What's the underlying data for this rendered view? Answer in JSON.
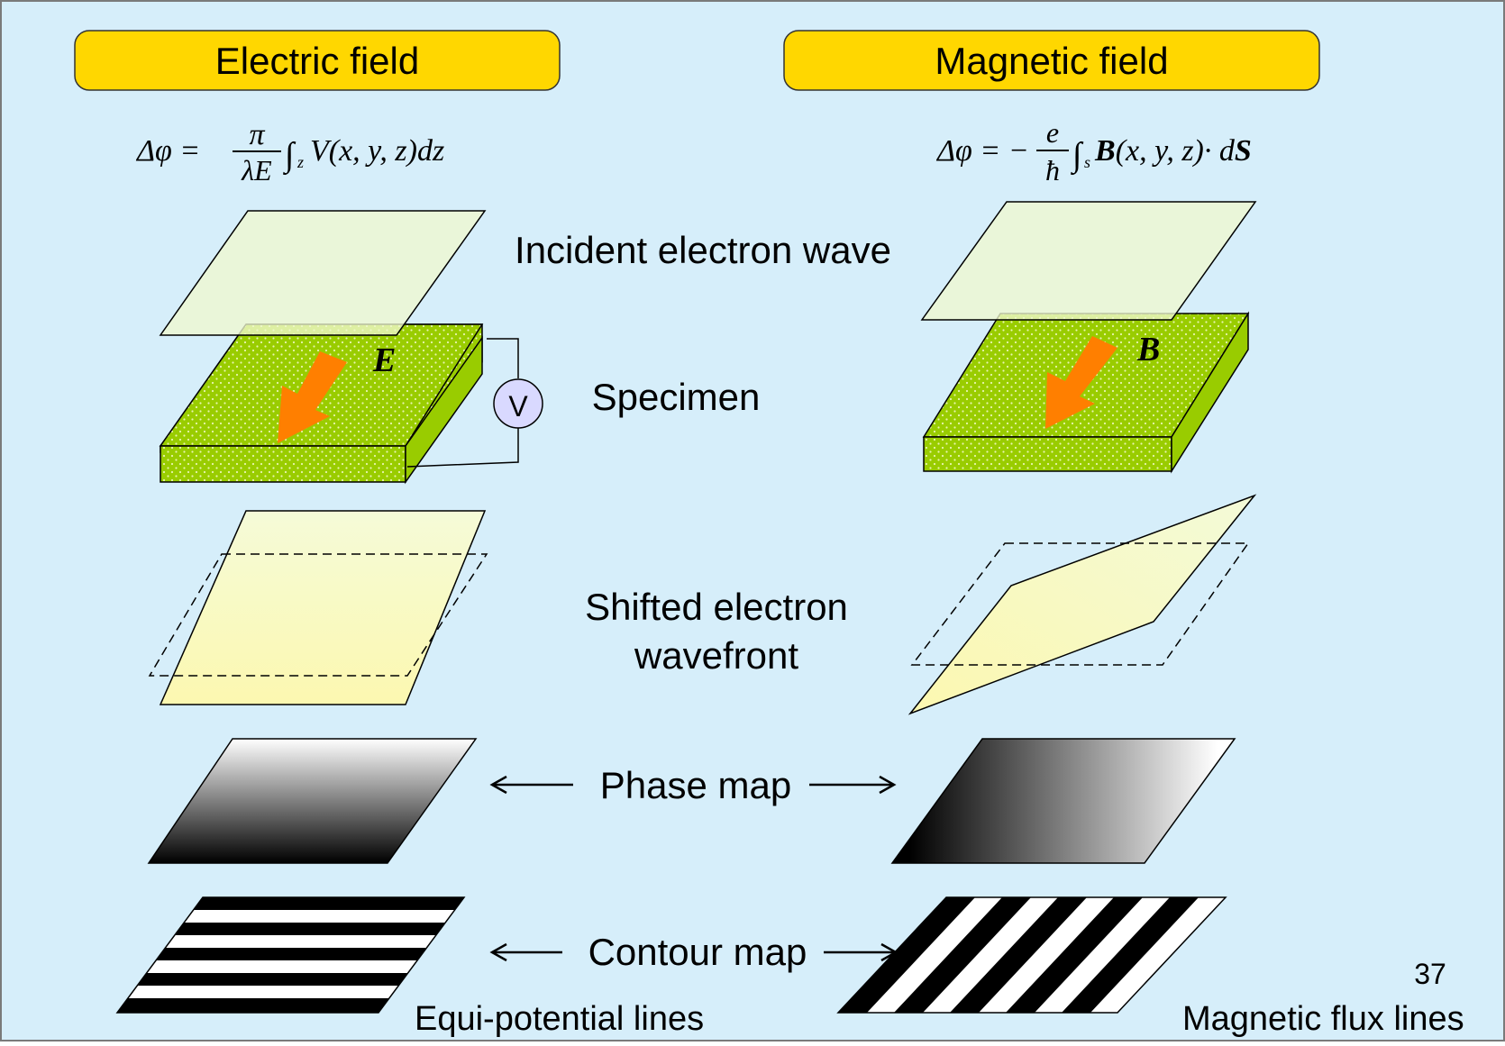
{
  "headers": {
    "electric": "Electric field",
    "magnetic": "Magnetic field"
  },
  "equations": {
    "electric": {
      "lhs": "Δφ =",
      "numerator": "π",
      "denominator": "λE",
      "integral": "∫",
      "subscript": "z",
      "body": "V(x, y, z)dz"
    },
    "magnetic": {
      "lhs": "Δφ = −",
      "numerator": "e",
      "denominator": "ħ",
      "integral": "∫",
      "subscript": "s",
      "body_bold": "B",
      "body_mid": "(x, y, z)· d",
      "body_end_bold": "S"
    }
  },
  "labels": {
    "incident": "Incident electron wave",
    "specimen": "Specimen",
    "shifted_line1": "Shifted electron",
    "shifted_line2": "wavefront",
    "phase": "Phase map",
    "contour": "Contour map",
    "equipotential": "Equi-potential lines",
    "flux": "Magnetic flux lines",
    "field_e": "E",
    "field_b": "B",
    "voltmeter": "V",
    "page_number": "37"
  },
  "colors": {
    "background": "#d6eefa",
    "header_fill": "#ffd700",
    "specimen": "#99cc00",
    "arrow": "#ff7f00",
    "wave": "#f0f8d0",
    "shifted": "#fafac8",
    "voltmeter": "#d9d9ff"
  }
}
